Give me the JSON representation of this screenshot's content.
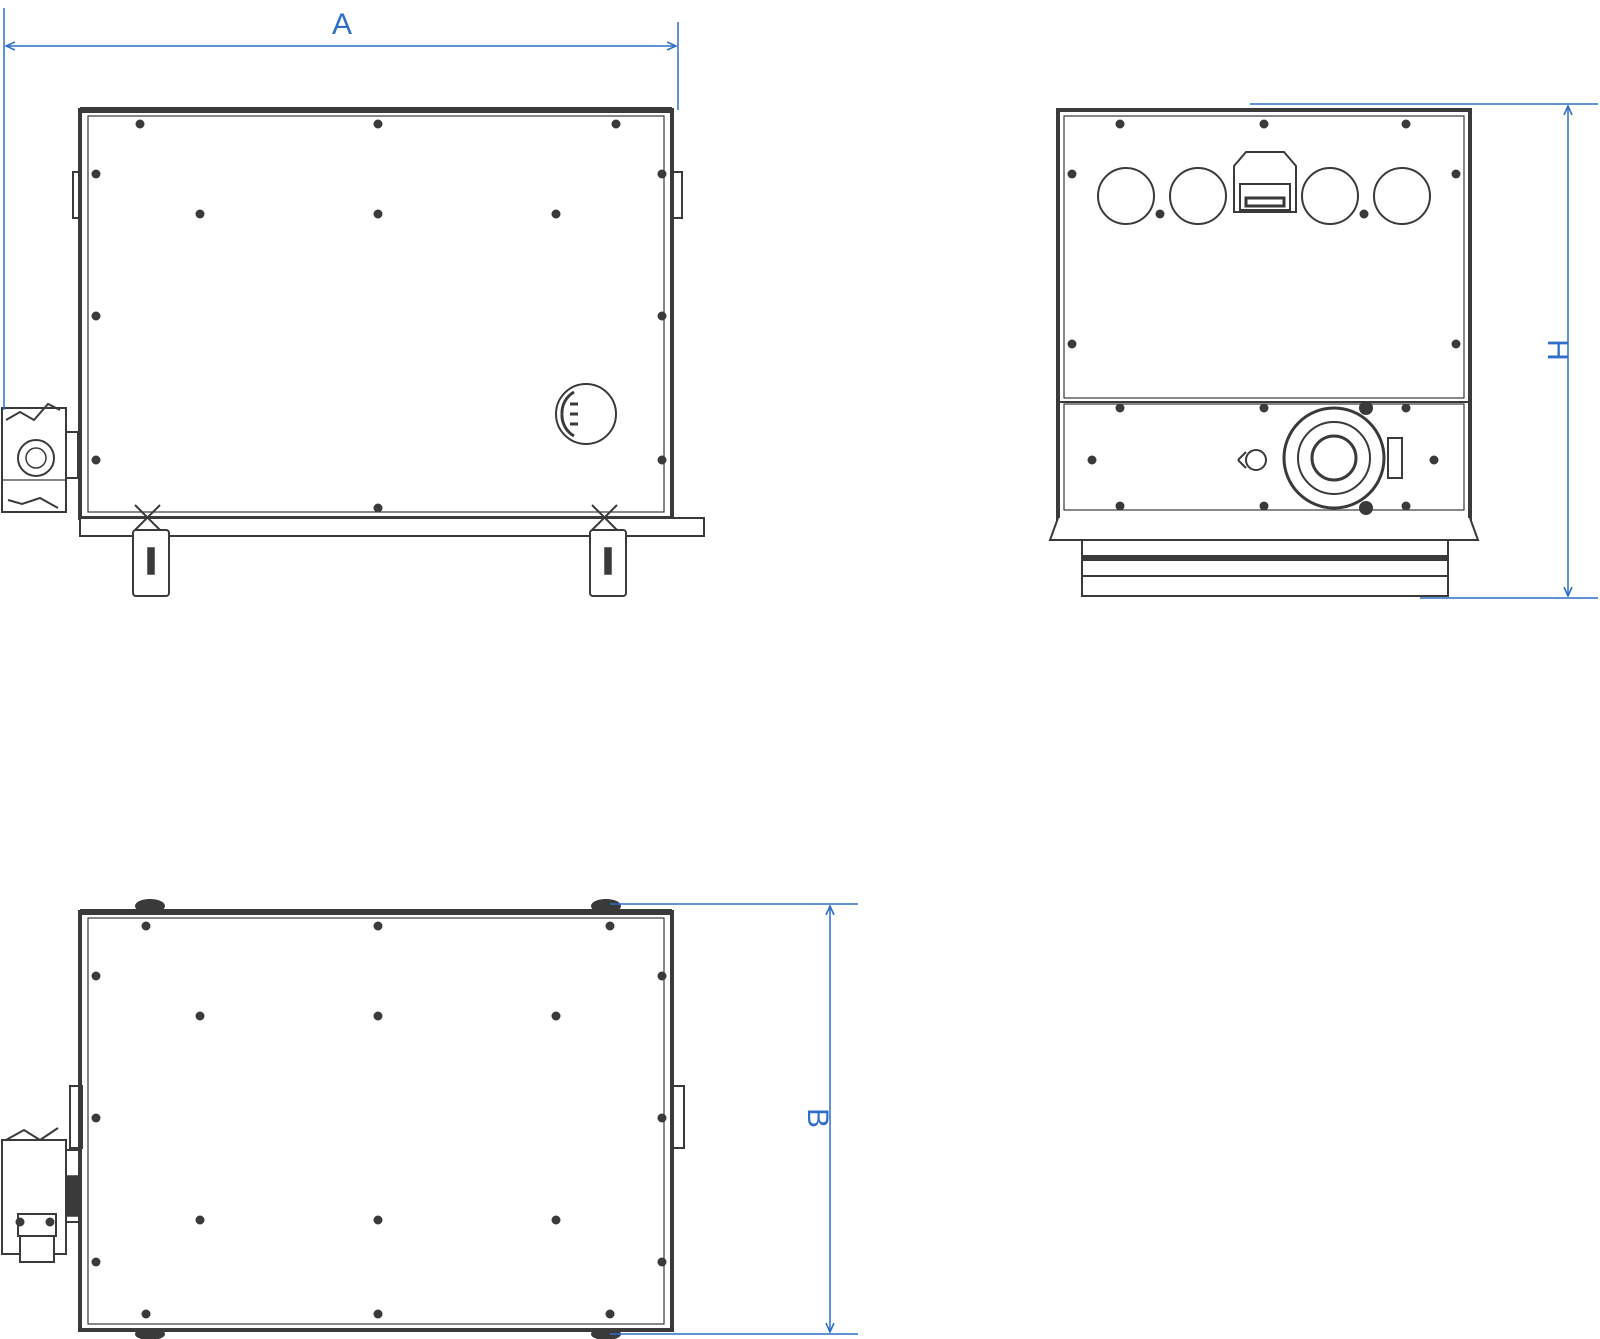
{
  "colors": {
    "line": "#3a3a3a",
    "dimension": "#2f6fc9",
    "background": "#ffffff"
  },
  "dimensions": {
    "width_label": "A",
    "height_label": "H",
    "depth_label": "B"
  }
}
